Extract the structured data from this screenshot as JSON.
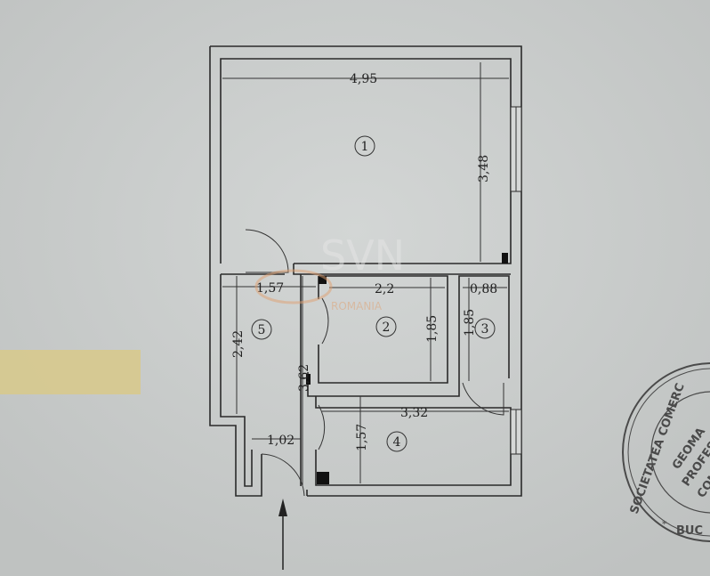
{
  "rooms": [
    {
      "number": "1",
      "width": "4,95",
      "length": "3,48"
    },
    {
      "number": "2",
      "width": "2,2",
      "length": "1,85"
    },
    {
      "number": "3",
      "width": "0,88",
      "length": "1,85"
    },
    {
      "number": "4",
      "width": "3,32",
      "length": "1,57"
    },
    {
      "number": "5",
      "width": "1,57",
      "length": "2,42"
    }
  ],
  "hall_length": "3,62",
  "entrance_width": "1,02",
  "watermark": {
    "brand": "SVN",
    "sub": "ROMANIA"
  },
  "stamp": {
    "ring_text": "SOCIETATEA COMERC",
    "center_lines": [
      "GEOMA",
      "PROFES",
      "CON"
    ],
    "bottom": "BUC"
  },
  "colors": {
    "paper": "#c9cccb",
    "tape": "#d8c98a",
    "ink": "#2a2a2a",
    "watermark": "#e0a070"
  }
}
